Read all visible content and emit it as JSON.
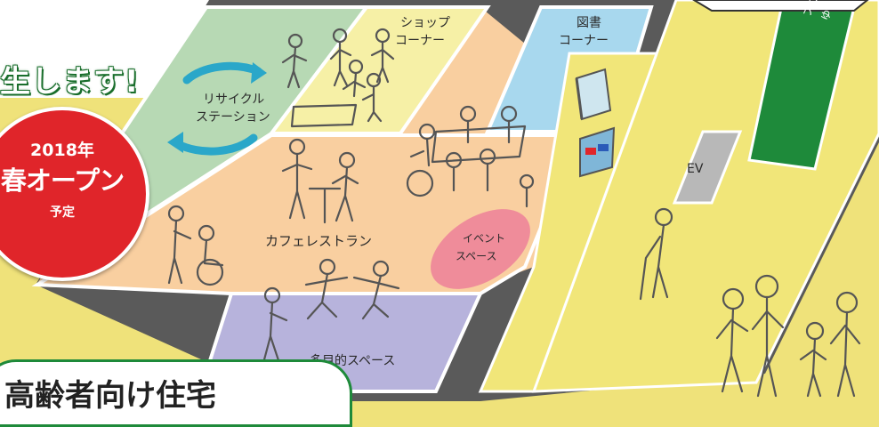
{
  "headline": "生します!",
  "badge": {
    "year": "2018年",
    "main": "春オープン",
    "sub": "予定"
  },
  "housing_title": "高齢者向け住宅",
  "areas": {
    "recycle": [
      "リサイクル",
      "ステーション"
    ],
    "shop": [
      "ショップ",
      "コーナー"
    ],
    "library": [
      "図書",
      "コーナー"
    ],
    "cafe": "カフェレストラン",
    "event": [
      "イベント",
      "スペース"
    ],
    "multipurpose": "多目的スペース",
    "ev": "EV",
    "front": [
      "ゆいまーる大曽根",
      "フロント"
    ]
  },
  "colors": {
    "outer_yellow": "#efe27a",
    "recycle_green": "#b7d9b4",
    "shop_yellow": "#f6f0a6",
    "cafe_peach": "#f9cfa0",
    "library_blue": "#a8d8ee",
    "event_pink": "#ef8c9a",
    "multi_purple": "#b7b3dc",
    "ev_gray": "#b8b8b8",
    "front_green": "#1e8a3a",
    "badge_red": "#e0252a",
    "floor_edge": "#5a5a5a"
  }
}
